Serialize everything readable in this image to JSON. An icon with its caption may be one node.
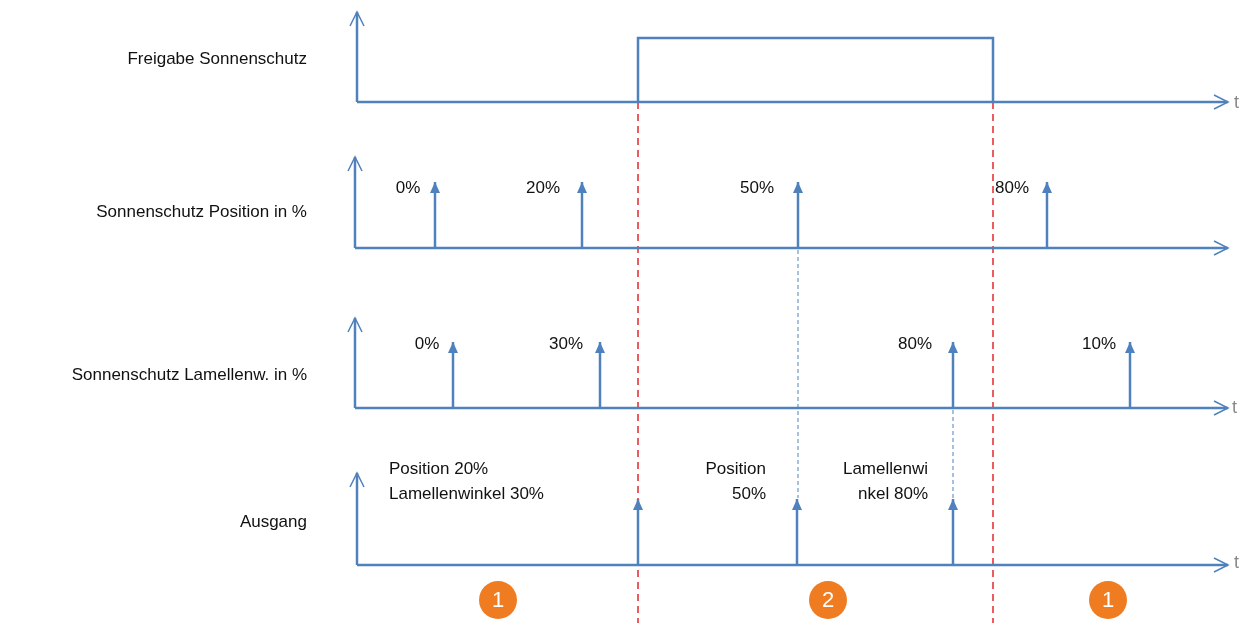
{
  "diagram": {
    "nodes": [
      {
        "text": [
          "1"
        ]
      },
      {
        "text": [
          "2"
        ]
      },
      {
        "text": [
          "1"
        ]
      }
    ],
    "labels": [
      "Freigabe Sonnenschutz",
      "t",
      "0%",
      "20%",
      "50%",
      "80%",
      "Sonnenschutz Position in %",
      "0%",
      "30%",
      "80%",
      "10%",
      "Sonnenschutz Lamellenw. in %",
      "t",
      "Position 20% Lamellenwinkel 30%",
      "Position 50%",
      "Lamellenwi nkel 80%",
      "Ausgang",
      "t"
    ]
  }
}
